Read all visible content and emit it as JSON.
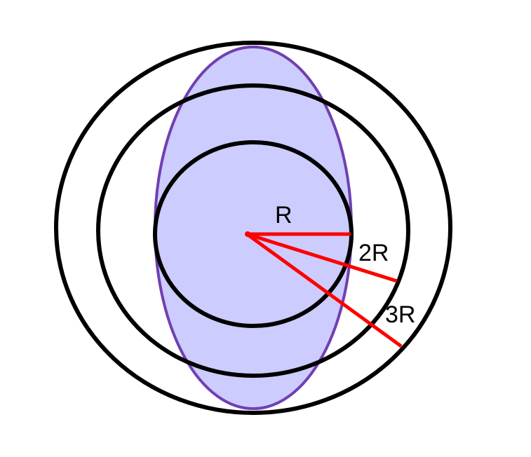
{
  "diagram": {
    "labels": {
      "r1": "R",
      "r2": "2R",
      "r3": "3R"
    },
    "colors": {
      "background": "#ffffff",
      "ring_stroke": "#000000",
      "ellipse_fill": "#ccccff",
      "ellipse_stroke": "#7040b0",
      "radius_lines": "#ff0000"
    }
  }
}
